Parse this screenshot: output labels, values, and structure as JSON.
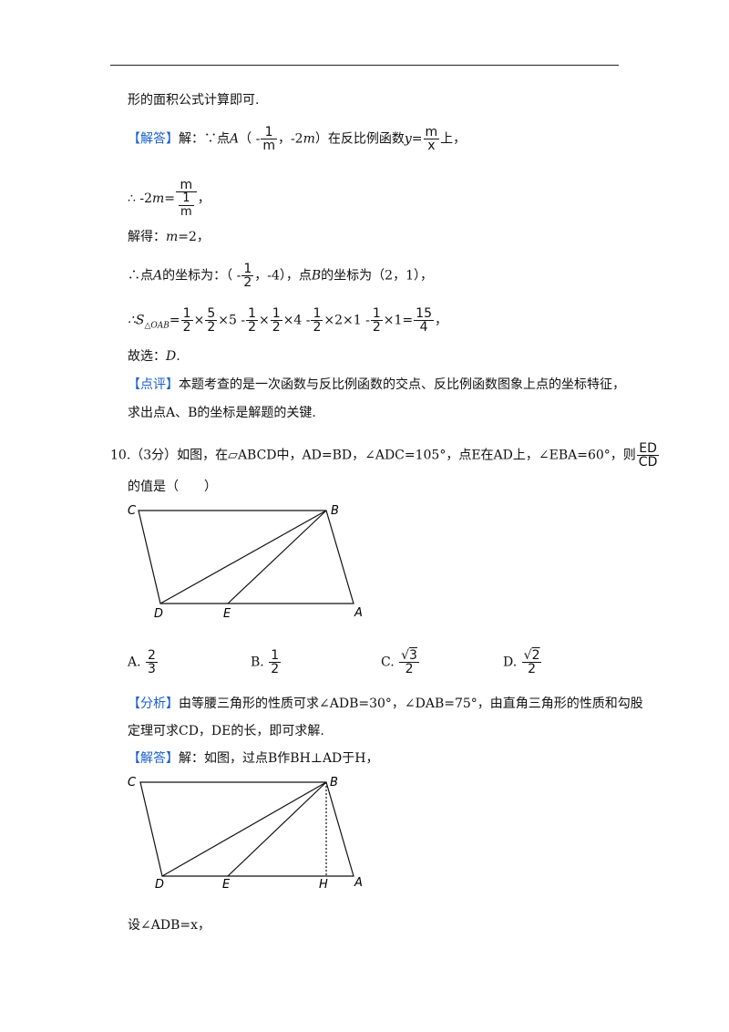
{
  "l1": "形的面积公式计算即可.",
  "ans_tag": "【解答】",
  "ans_tag2": "【解答】",
  "l2a": "解：∵点",
  "l2b": "A",
  "l2c": "（ -",
  "l2d": "，-2",
  "l2e": "m",
  "l2f": "）在反比例函数",
  "l2g": "y",
  "l2h": "=",
  "l2i": "上，",
  "f_m": "m",
  "f_1": "1",
  "f_x": "x",
  "l3a": "∴ -2",
  "l3b": "m",
  "l3c": "=",
  "l3d": "，",
  "l4a": "解得：",
  "l4b": "m",
  "l4c": "=2，",
  "l5a": "∴点",
  "l5b": "A",
  "l5c": "的坐标为：（ -",
  "l5d": "，-4），点",
  "l5e": "B",
  "l5f": "的坐标为（2，1），",
  "f_2": "2",
  "l6a": "∴S",
  "l6b": "△OAB",
  "l6c": "=",
  "l6d": "×",
  "l6e": "×5 -",
  "l6f": "×",
  "l6g": "×4 -",
  "l6h": "×2×1 -",
  "l6i": "×1=",
  "l6j": "，",
  "f_5": "5",
  "f_15": "15",
  "f_4": "4",
  "l7a": "故选：",
  "l7b": "D",
  "l7c": ".",
  "comment_tag": "【点评】",
  "l8": "本题考查的是一次函数与反比例函数的交点、反比例函数图象上点的坐标特征，",
  "l9": "求出点A、B的坐标是解题的关键.",
  "q10": "10.（3分）如图，在▱ABCD中，AD=BD，∠ADC=105°，点E在AD上，∠EBA=60°，则",
  "f_ED": "ED",
  "f_CD": "CD",
  "q10b": "的值是（　　）",
  "opt_a": "A.",
  "opt_b": "B.",
  "opt_c": "C.",
  "opt_d": "D.",
  "sqrt": "√",
  "f_3": "3",
  "analysis_tag": "【分析】",
  "an1": "由等腰三角形的性质可求∠ADB=30°，∠DAB=75°，由直角三角形的性质和勾股",
  "an2": "定理可求CD，DE的长，即可求解.",
  "sol": "解：如图，过点B作BH⊥AD于H，",
  "last": "设∠ADB=x，",
  "pt_C": "C",
  "pt_B": "B",
  "pt_D": "D",
  "pt_E": "E",
  "pt_A": "A",
  "pt_H": "H"
}
